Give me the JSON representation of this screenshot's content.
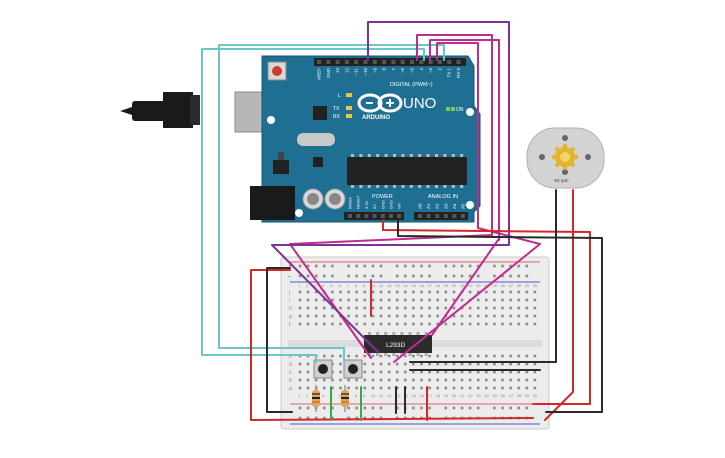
{
  "arduino": {
    "brand": "ARDUINO",
    "model": "UNO",
    "digital_header": "DIGITAL (PWM~)",
    "power_header": "POWER",
    "analog_header": "ANALOG IN",
    "led_l": "L",
    "led_tx": "TX",
    "led_rx": "RX",
    "on_label": "ON",
    "digital_pins": [
      "AREF",
      "GND",
      "13",
      "12",
      "~11",
      "~10",
      "~9",
      "8",
      "7",
      "~6",
      "~5",
      "4",
      "~3",
      "2",
      "TX 1",
      "RX 0"
    ],
    "power_pins": [
      "IOREF",
      "RESET",
      "3.3V",
      "5V",
      "GND",
      "GND",
      "Vin"
    ],
    "analog_pins": [
      "A0",
      "A1",
      "A2",
      "A3",
      "A4",
      "A5"
    ]
  },
  "motor": {
    "rpm_label": "-53 rpm"
  },
  "chip": {
    "label": "L293D"
  },
  "breadboard": {
    "col_numbers": [
      "1",
      "2",
      "3",
      "4",
      "5",
      "6",
      "7",
      "8",
      "9",
      "10",
      "11",
      "12",
      "13",
      "14",
      "15",
      "16",
      "17",
      "18",
      "19",
      "20",
      "21",
      "22",
      "23",
      "24",
      "25",
      "26",
      "27",
      "28",
      "29",
      "30"
    ],
    "row_letters_top": [
      "j",
      "i",
      "h",
      "g",
      "f"
    ],
    "row_letters_bottom": [
      "e",
      "d",
      "c",
      "b",
      "a"
    ],
    "rail_plus": "+",
    "rail_minus": "-"
  },
  "colors": {
    "arduino_board": "#1f6f93",
    "breadboard": "#ececec",
    "wire_cyan": "#6cc5c8",
    "wire_magenta": "#c12b8e",
    "wire_purple": "#7a3396",
    "wire_red": "#d42828",
    "wire_black": "#2a2a2a",
    "wire_green": "#3aa64a"
  }
}
